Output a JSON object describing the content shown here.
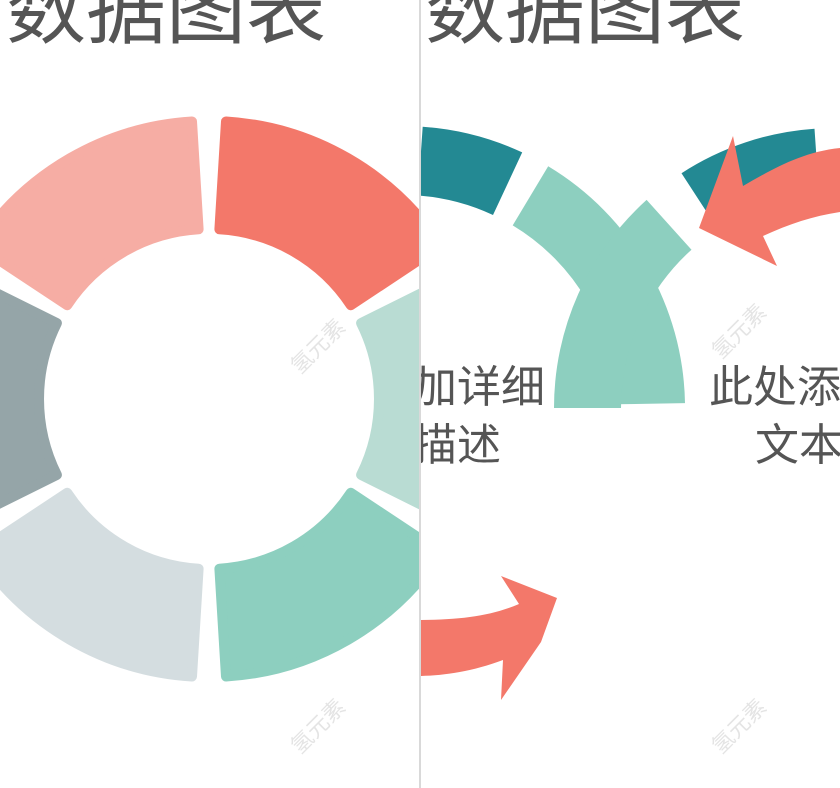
{
  "left_slide": {
    "title": "数据图表",
    "ring_colors": [
      "#F3786A",
      "#B9DCD3",
      "#8DCFBF",
      "#D4DDE0",
      "#95A5A8",
      "#F6ADA4"
    ]
  },
  "right_slide": {
    "title": "数据图表",
    "text_left_line1": "加详细",
    "text_left_line2": "描述",
    "text_right_line1": "此处添",
    "text_right_line2": "文本",
    "colors": {
      "dark_teal": "#238993",
      "light_teal": "#8DCFBF",
      "arrow": "#F3786A"
    }
  },
  "watermark": "氢元素"
}
